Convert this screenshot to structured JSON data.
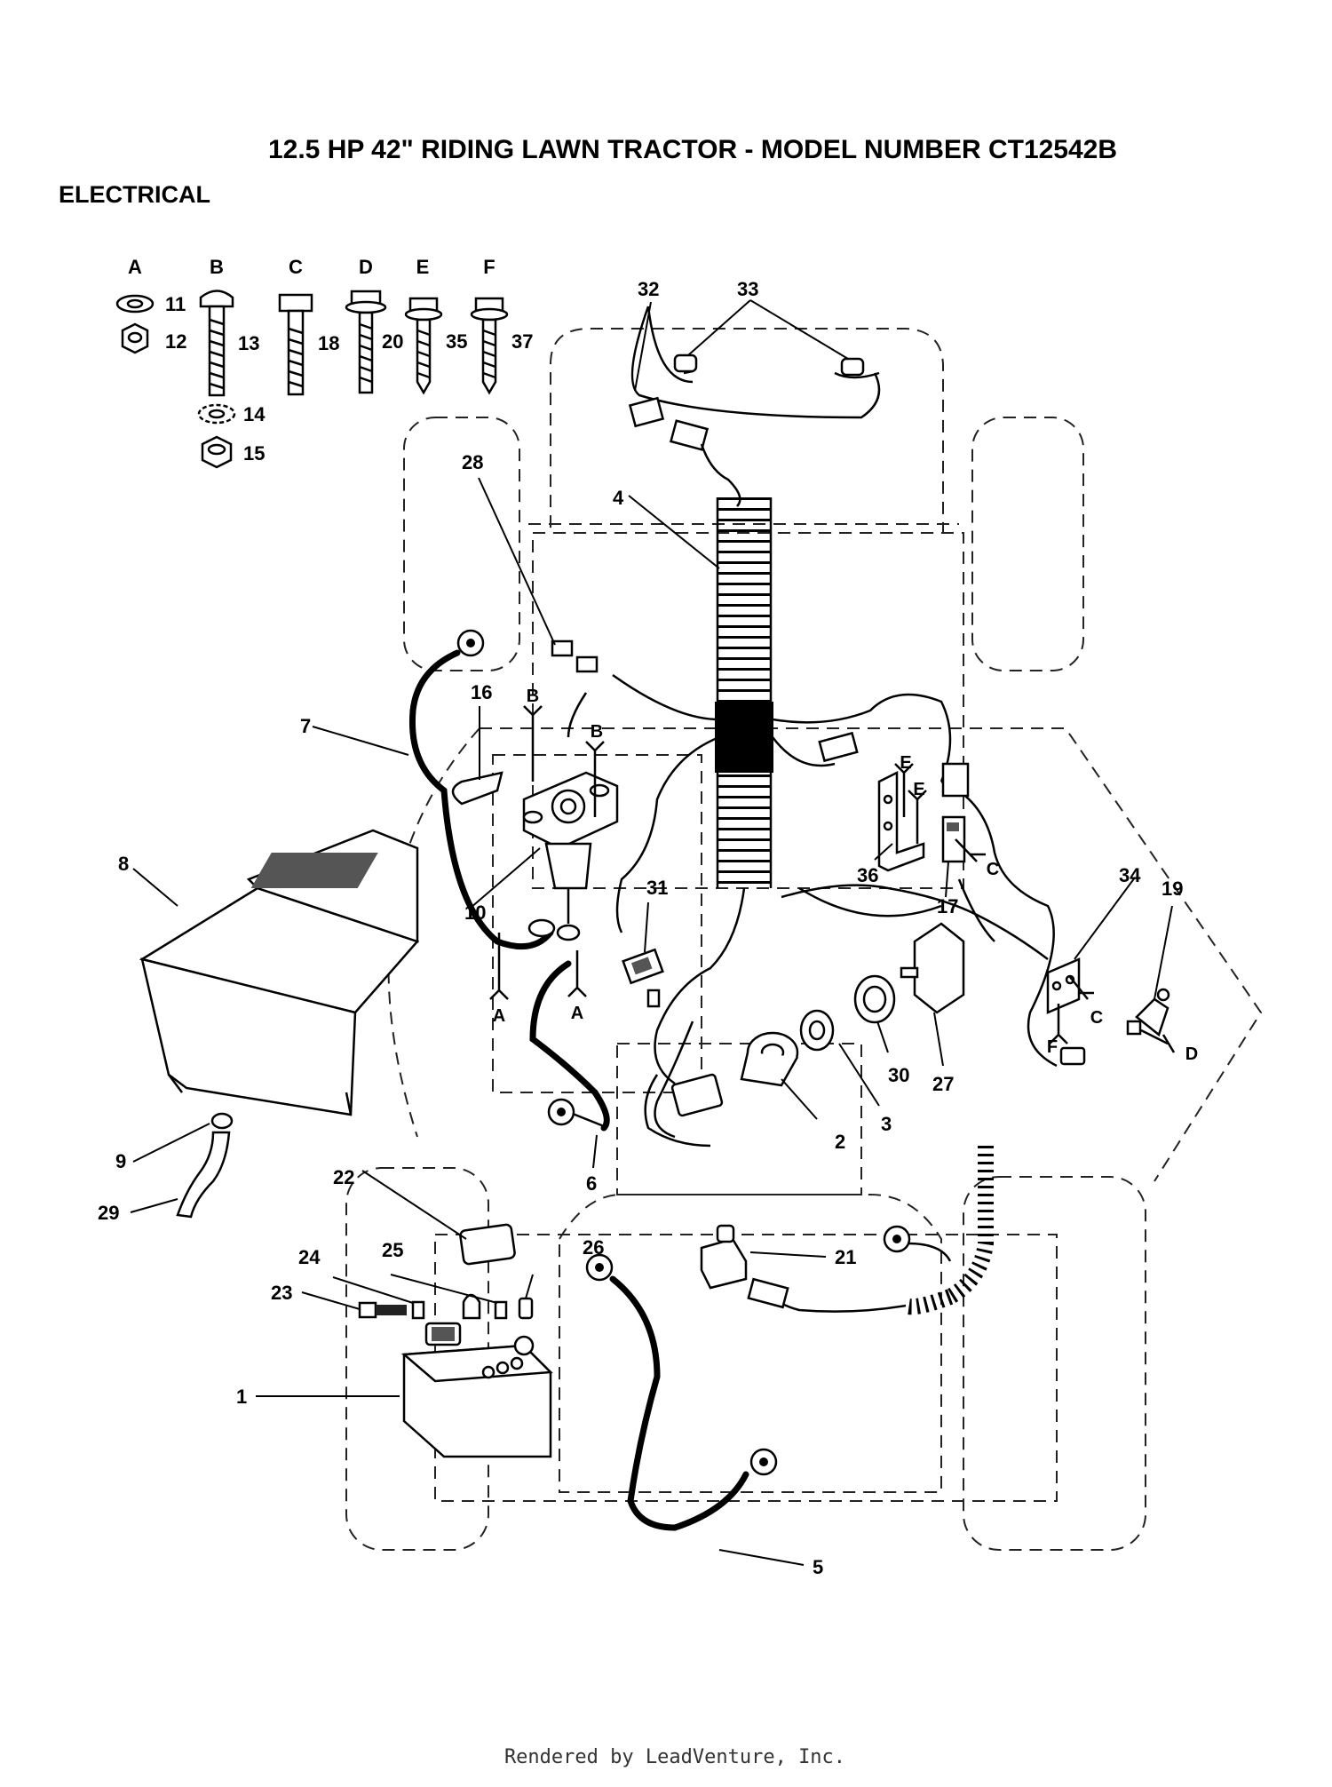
{
  "title": "12.5 HP 42\" RIDING LAWN TRACTOR - MODEL NUMBER CT12542B",
  "section": "ELECTRICAL",
  "hardware_letters": [
    "A",
    "B",
    "C",
    "D",
    "E",
    "F"
  ],
  "callouts": [
    "1",
    "2",
    "3",
    "4",
    "5",
    "6",
    "7",
    "8",
    "9",
    "10",
    "11",
    "12",
    "13",
    "14",
    "15",
    "16",
    "17",
    "18",
    "19",
    "20",
    "21",
    "22",
    "23",
    "24",
    "25",
    "26",
    "27",
    "28",
    "29",
    "30",
    "31",
    "32",
    "33",
    "34",
    "35",
    "36",
    "37"
  ],
  "footer": "Rendered by LeadVenture, Inc."
}
